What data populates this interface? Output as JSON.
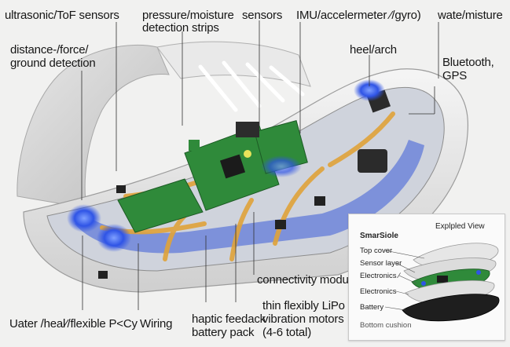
{
  "labels": {
    "ultrasonic": "ultrasonic/ToF sensors",
    "pressure_line1": "pressure/moisture",
    "pressure_line2": "detection strips",
    "sensors": "sensors",
    "imu": "IMU/accelermeter ⁄/gyro)",
    "water": "wate/misture",
    "distance_line1": "distance-/force/",
    "distance_line2": "ground detection",
    "heel": "heel/arch",
    "bluetooth_line1": "Bluetooth,",
    "bluetooth_line2": "GPS",
    "connectivity": "connectivity module",
    "lipo_line1": "thin flexibly LiPo",
    "lipo_line2": "vibration motors",
    "lipo_line3": "(4-6 total)",
    "haptic_line1": "haptic feedack",
    "haptic_line2": "battery pack",
    "wiring": "Wiring",
    "uater": "Uater /heal⁄/flexible P<Cy"
  },
  "exploded_view": {
    "heading_left": "SmarSiole",
    "heading_right": "Explpled View",
    "layers": [
      "Top cover",
      "Sensor layer",
      "Electronics ⁄",
      "Electronics",
      "Battery",
      "Bottom cushion"
    ]
  },
  "colors": {
    "background": "#f1f1f0",
    "pcb": "#2f8a3a",
    "flex_circuit": "#e0a33a",
    "sensor_glow": "#2f54e6",
    "shoe_shell": "#dedede"
  }
}
